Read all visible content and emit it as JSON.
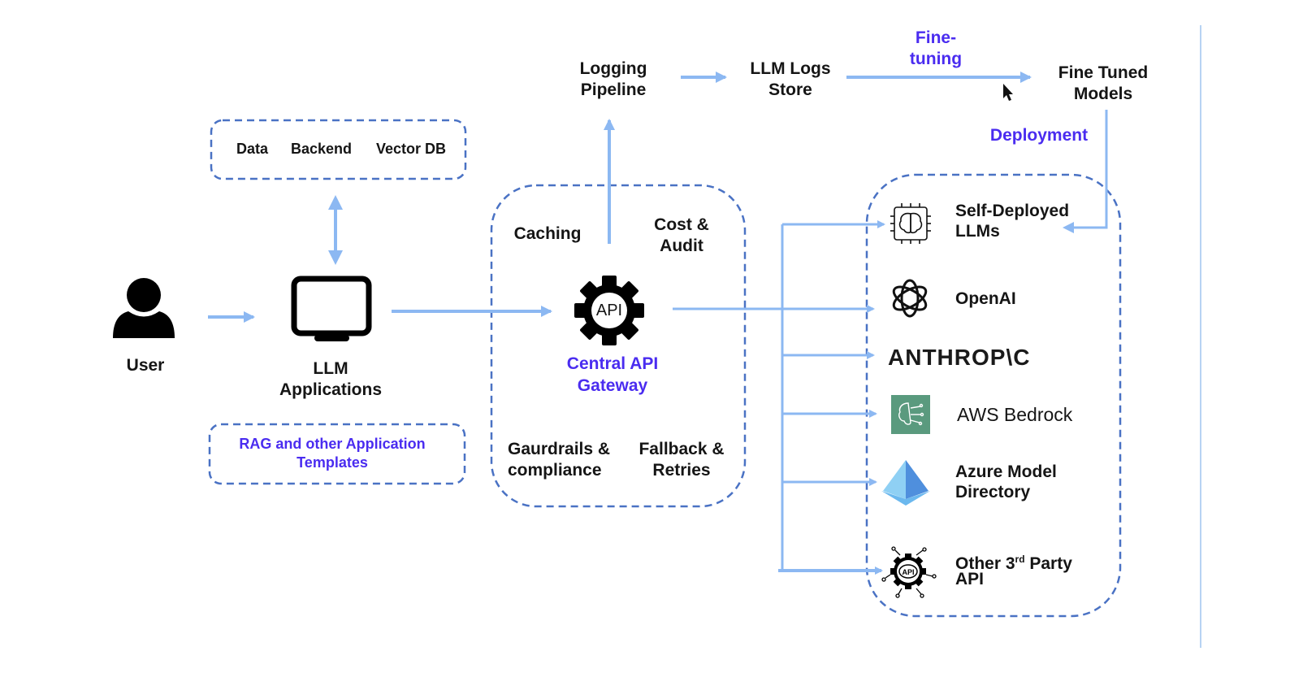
{
  "diagram": {
    "user": {
      "label": "User",
      "icon": "person-icon"
    },
    "llm_apps": {
      "label_line1": "LLM",
      "label_line2": "Applications",
      "icon": "monitor-icon"
    },
    "data_box": {
      "items": [
        "Data",
        "Backend",
        "Vector DB"
      ]
    },
    "rag_box": {
      "line1": "RAG and other Application",
      "line2": "Templates"
    },
    "gateway": {
      "icon_text": "API",
      "title_line1": "Central API",
      "title_line2": "Gateway",
      "features": {
        "caching": "Caching",
        "cost_line1": "Cost &",
        "cost_line2": "Audit",
        "guard_line1": "Gaurdrails &",
        "guard_line2": "compliance",
        "fallback_line1": "Fallback &",
        "fallback_line2": "Retries"
      }
    },
    "logging": {
      "line1": "Logging",
      "line2": "Pipeline"
    },
    "logs_store": {
      "line1": "LLM Logs",
      "line2": "Store"
    },
    "fine_tuning": {
      "line1": "Fine-",
      "line2": "tuning"
    },
    "fine_tuned": {
      "line1": "Fine Tuned",
      "line2": "Models"
    },
    "deployment": "Deployment",
    "providers": {
      "self_deployed": {
        "line1": "Self-Deployed",
        "line2": "LLMs",
        "icon": "brain-chip-icon"
      },
      "openai": {
        "label": "OpenAI",
        "icon": "openai-logo-icon"
      },
      "anthropic": {
        "label": "ANTHROP\\C"
      },
      "aws": {
        "label": "AWS Bedrock",
        "icon": "aws-bedrock-icon"
      },
      "azure": {
        "line1": "Azure Model",
        "line2": "Directory",
        "icon": "azure-pyramid-icon"
      },
      "other": {
        "line1_pre": "Other 3",
        "line1_sup": "rd",
        "line1_post": " Party",
        "line2": "API",
        "icon": "api-network-icon"
      }
    },
    "colors": {
      "arrow": "#8cb8f2",
      "dashed_border": "#4a72c4",
      "purple_text": "#4a2cf0",
      "aws_green": "#5a9a7e"
    }
  }
}
